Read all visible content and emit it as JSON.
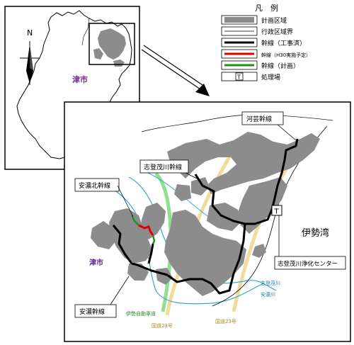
{
  "legend": {
    "title": "凡　例",
    "items": [
      {
        "key": "planned-area",
        "label": "計画区域",
        "color": "#8c8c8c"
      },
      {
        "key": "admin-boundary",
        "label": "行政区域界",
        "color": "#000000"
      },
      {
        "key": "trunk-built",
        "label": "幹線（工事済）",
        "color": "#000000"
      },
      {
        "key": "trunk-h30",
        "label": "幹線（H30実施予定）",
        "color": "#e00000"
      },
      {
        "key": "trunk-planned",
        "label": "幹線（計画）",
        "color": "#1f8f1f"
      },
      {
        "key": "treatment-plant",
        "label": "処理場",
        "symbol": "T"
      }
    ]
  },
  "inset": {
    "north": "N",
    "city": "津市"
  },
  "detail": {
    "labels": {
      "kawagei": "河芸幹線",
      "shitomogawa": "志登茂川幹線",
      "anokita": "安濃北幹線",
      "ano": "安濃幹線",
      "ise_bay": "伊勢湾",
      "plant": "志登茂川浄化センター",
      "city": "津市",
      "river_shitomo": "志登茂川",
      "river_ano": "安濃川",
      "expressway": "伊勢自動車道",
      "route23": "国道23号",
      "plant_symbol": "T"
    }
  },
  "colors": {
    "area": "#8c8c8c",
    "river": "#35a7d6",
    "road": "#f2dc9a",
    "expressway": "#8fe08f",
    "city_label": "#6a2b8c"
  }
}
